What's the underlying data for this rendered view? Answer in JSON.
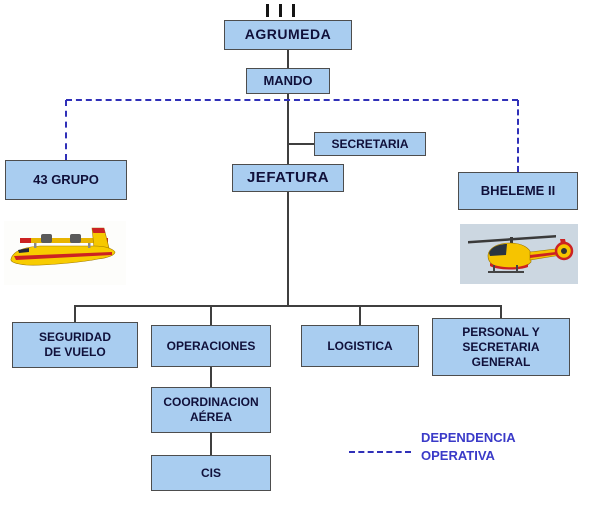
{
  "nodes": {
    "agrumeda": "AGRUMEDA",
    "mando": "MANDO",
    "secretaria": "SECRETARIA",
    "jefatura": "JEFATURA",
    "grupo43": "43 GRUPO",
    "bheleme2": "BHELEME II",
    "seguridad_vuelo": "SEGURIDAD\nDE VUELO",
    "operaciones": "OPERACIONES",
    "logistica": "LOGISTICA",
    "personal": "PERSONAL Y\nSECRETARIA\nGENERAL",
    "coordinacion": "COORDINACION\nAÉREA",
    "cis": "CIS"
  },
  "legend": {
    "label": "DEPENDENCIA\nOPERATIVA"
  },
  "structure": {
    "solid_edges": [
      [
        "AGRUMEDA",
        "MANDO"
      ],
      [
        "MANDO",
        "JEFATURA"
      ],
      [
        "JEFATURA",
        "SECRETARIA"
      ],
      [
        "JEFATURA",
        "SEGURIDAD DE VUELO"
      ],
      [
        "JEFATURA",
        "OPERACIONES"
      ],
      [
        "JEFATURA",
        "LOGISTICA"
      ],
      [
        "JEFATURA",
        "PERSONAL Y SECRETARIA GENERAL"
      ],
      [
        "OPERACIONES",
        "COORDINACION AÉREA"
      ],
      [
        "COORDINACION AÉREA",
        "CIS"
      ]
    ],
    "dashed_edges": [
      [
        "MANDO",
        "43 GRUPO"
      ],
      [
        "MANDO",
        "BHELEME II"
      ]
    ]
  },
  "images": {
    "seaplane": "canadair-43-grupo-seaplane-photo",
    "helicopter": "bheleme-rescue-helicopter-photo"
  },
  "colors": {
    "box_fill": "#a9cdf0",
    "box_border": "#4d4d4d",
    "connector_line": "#3f3f3f",
    "dashed_dependency": "#3030b8",
    "legend_text": "#3a3ac8",
    "label_text": "#10103a",
    "background": "#ffffff"
  }
}
